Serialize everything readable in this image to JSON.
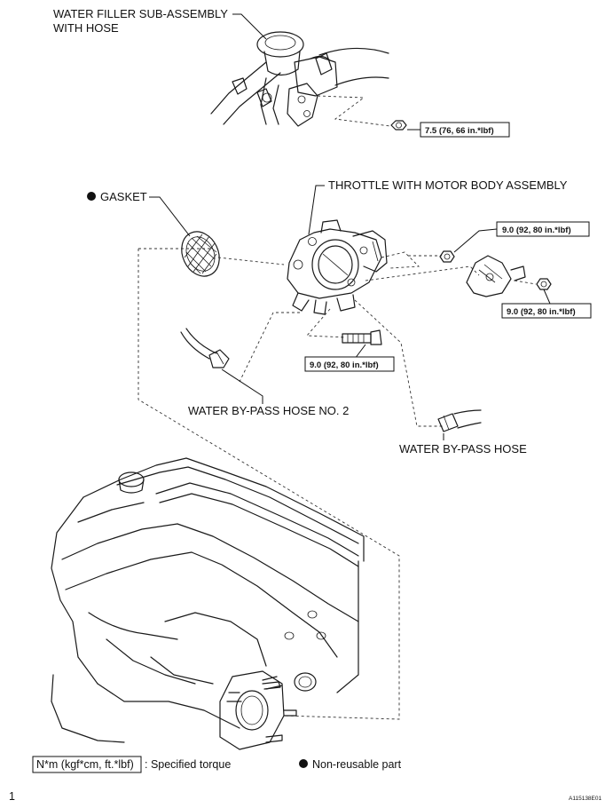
{
  "labels": {
    "water_filler_line1": "WATER FILLER SUB-ASSEMBLY",
    "water_filler_line2": "WITH HOSE",
    "gasket": "GASKET",
    "throttle_body": "THROTTLE WITH MOTOR BODY ASSEMBLY",
    "bypass_hose_2": "WATER BY-PASS HOSE NO. 2",
    "bypass_hose": "WATER BY-PASS HOSE"
  },
  "torques": {
    "filler_nut": "7.5 (76, 66 in.*lbf)",
    "throttle_right_nut": "9.0 (92, 80 in.*lbf)",
    "bracket_nut": "9.0 (92, 80 in.*lbf)",
    "throttle_bolt": "9.0 (92, 80 in.*lbf)"
  },
  "legend": {
    "torque_unit": "N*m (kgf*cm, ft.*lbf)",
    "torque_desc": ": Specified torque",
    "non_reusable": "Non-reusable part"
  },
  "footer": {
    "page_mark": "1",
    "figure_id": "A115138E01"
  }
}
